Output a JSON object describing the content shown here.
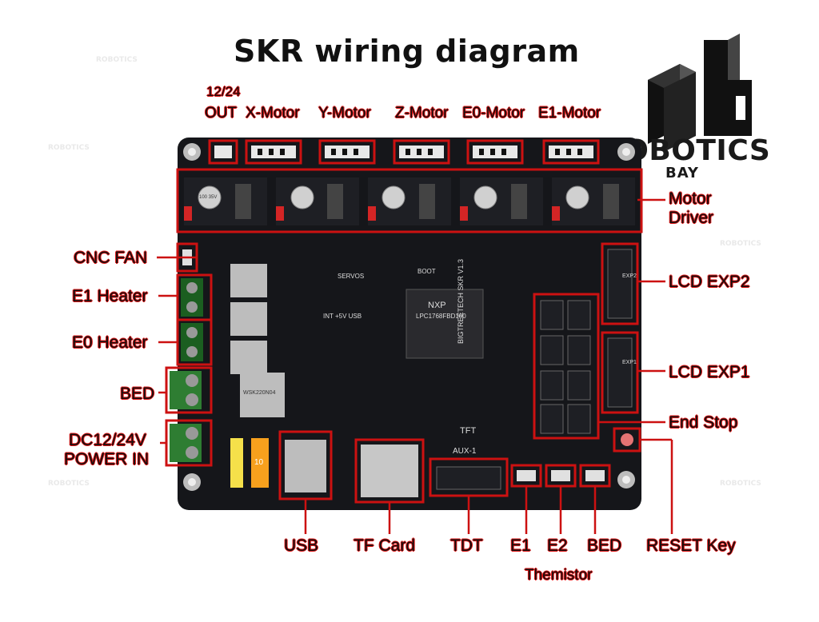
{
  "title": "SKR wiring diagram",
  "logo": {
    "name": "ROBOTICS",
    "sub": "BAY"
  },
  "labels": {
    "out_top": "12/24",
    "out_bottom": "OUT",
    "x_motor": "X-Motor",
    "y_motor": "Y-Motor",
    "z_motor": "Z-Motor",
    "e0_motor": "E0-Motor",
    "e1_motor": "E1-Motor",
    "motor_driver_1": "Motor",
    "motor_driver_2": "Driver",
    "cnc_fan": "CNC FAN",
    "e1_heater": "E1 Heater",
    "e0_heater": "E0 Heater",
    "bed_left": "BED",
    "power_1": "DC12/24V",
    "power_2": "POWER IN",
    "lcd_exp2": "LCD EXP2",
    "lcd_exp1": "LCD EXP1",
    "end_stop": "End Stop",
    "usb": "USB",
    "tf_card": "TF Card",
    "tdt": "TDT",
    "e1": "E1",
    "e2": "E2",
    "bed_bottom": "BED",
    "reset_key": "RESET Key",
    "thermistor": "Themistor"
  },
  "board_text": {
    "chip_brand": "NXP",
    "chip_model": "LPC1768FBD100",
    "board_name": "BIGTREETECH SKR V1.3",
    "tft": "TFT",
    "aux": "AUX-1",
    "servos": "SERVOS",
    "boot": "BOOT",
    "int_usb": "INT +5V USB",
    "exp1": "EXP1",
    "exp2": "EXP2",
    "mosfet": "WSK220N04",
    "fuse": "10",
    "cap": "100 35V"
  },
  "colors": {
    "board": "#15161a",
    "outline": "#cc1111",
    "header_red": "#d42525",
    "green_term": "#2e7d32"
  }
}
